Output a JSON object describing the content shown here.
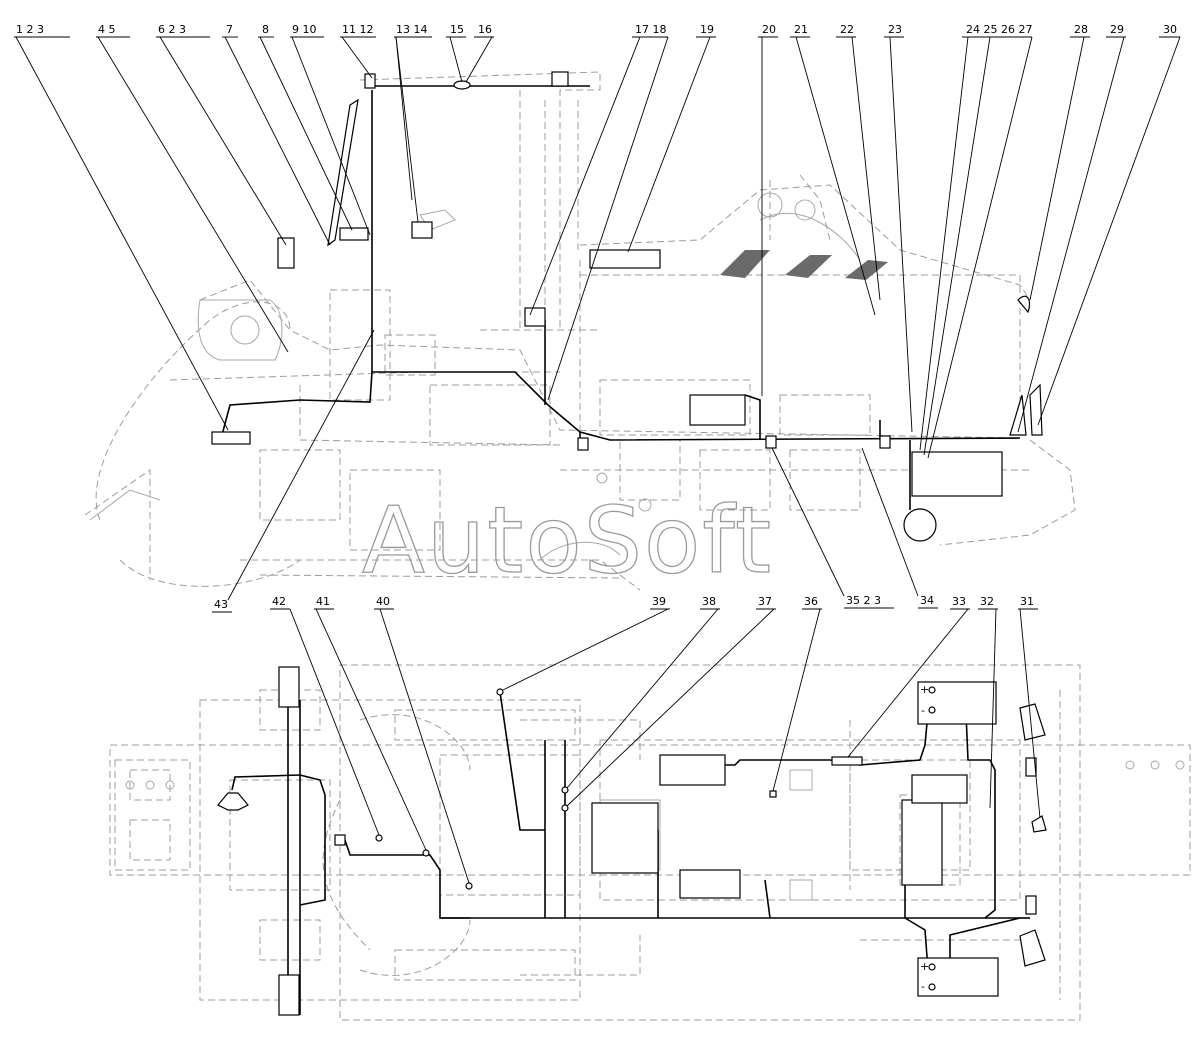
{
  "watermark": "AutoSoft",
  "top_view": {
    "labels": [
      {
        "id": "l1",
        "text": "1  2  3"
      },
      {
        "id": "l2",
        "text": "4  5"
      },
      {
        "id": "l3",
        "text": "6  2  3"
      },
      {
        "id": "l4",
        "text": "7"
      },
      {
        "id": "l5",
        "text": "8"
      },
      {
        "id": "l6",
        "text": "9  10"
      },
      {
        "id": "l7",
        "text": "11  12"
      },
      {
        "id": "l8",
        "text": "13  14"
      },
      {
        "id": "l9",
        "text": "15"
      },
      {
        "id": "l10",
        "text": "16"
      },
      {
        "id": "l11",
        "text": "17  18"
      },
      {
        "id": "l12",
        "text": "19"
      },
      {
        "id": "l13",
        "text": "20"
      },
      {
        "id": "l14",
        "text": "21"
      },
      {
        "id": "l15",
        "text": "22"
      },
      {
        "id": "l16",
        "text": "23"
      },
      {
        "id": "l17",
        "text": "24 25 26 27"
      },
      {
        "id": "l18",
        "text": "28"
      },
      {
        "id": "l19",
        "text": "29"
      },
      {
        "id": "l20",
        "text": "30"
      }
    ]
  },
  "middle_labels": [
    {
      "id": "m43",
      "text": "43"
    },
    {
      "id": "m35",
      "text": "35  2  3"
    },
    {
      "id": "m34",
      "text": "34"
    }
  ],
  "bottom_view": {
    "labels": [
      {
        "id": "b42",
        "text": "42"
      },
      {
        "id": "b41",
        "text": "41"
      },
      {
        "id": "b40",
        "text": "40"
      },
      {
        "id": "b39",
        "text": "39"
      },
      {
        "id": "b38",
        "text": "38"
      },
      {
        "id": "b37",
        "text": "37"
      },
      {
        "id": "b36",
        "text": "36"
      },
      {
        "id": "b33",
        "text": "33"
      },
      {
        "id": "b32",
        "text": "32"
      },
      {
        "id": "b31",
        "text": "31"
      }
    ],
    "battery_terminals": [
      "+",
      "-",
      "+",
      "-"
    ]
  }
}
